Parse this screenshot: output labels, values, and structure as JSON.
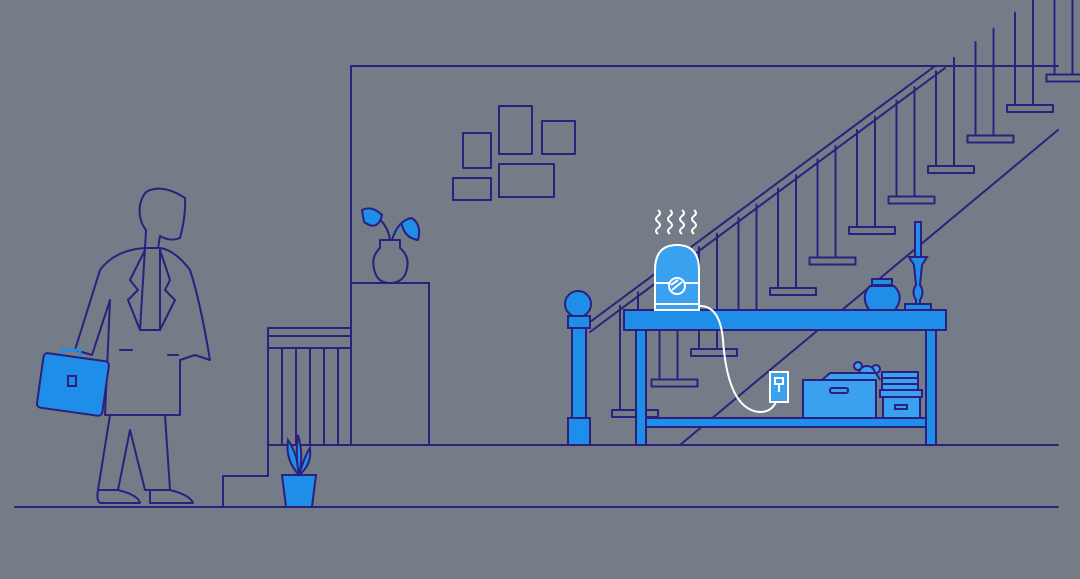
{
  "colors": {
    "background": "#737c87",
    "line": "#2d1f7e",
    "accent": "#1e8ee8",
    "accent_light": "#3aa0f0",
    "white": "#ffffff"
  },
  "icons": [
    "man-with-briefcase",
    "potted-plant",
    "humidifier",
    "power-outlet",
    "candlestick",
    "vase",
    "storage-box",
    "teddy-bear"
  ]
}
